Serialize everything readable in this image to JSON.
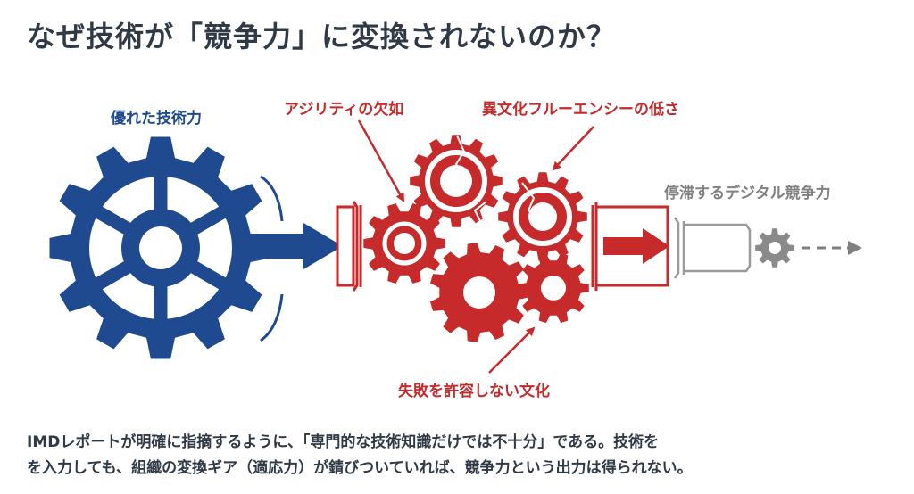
{
  "title": "なぜ技術が「競争力」に変換されないのか？",
  "labels": {
    "input": "優れた技術力",
    "agility": "アジリティの欠如",
    "fluency": "異文化フルーエンシーの低さ",
    "output": "停滞するデジタル競争力",
    "failure": "失敗を許容しない文化"
  },
  "caption": {
    "line1": "IMDレポートが明確に指摘するように、「専門的な技術知識だけでは不十分」である。技術を",
    "line2": "を入力しても、組織の変換ギア（適応力）が錆びついていれば、競争力という出力は得られない。"
  },
  "colors": {
    "blue": "#1f4a8f",
    "red": "#c62a2a",
    "gray": "#808080",
    "text": "#2f3a46"
  }
}
